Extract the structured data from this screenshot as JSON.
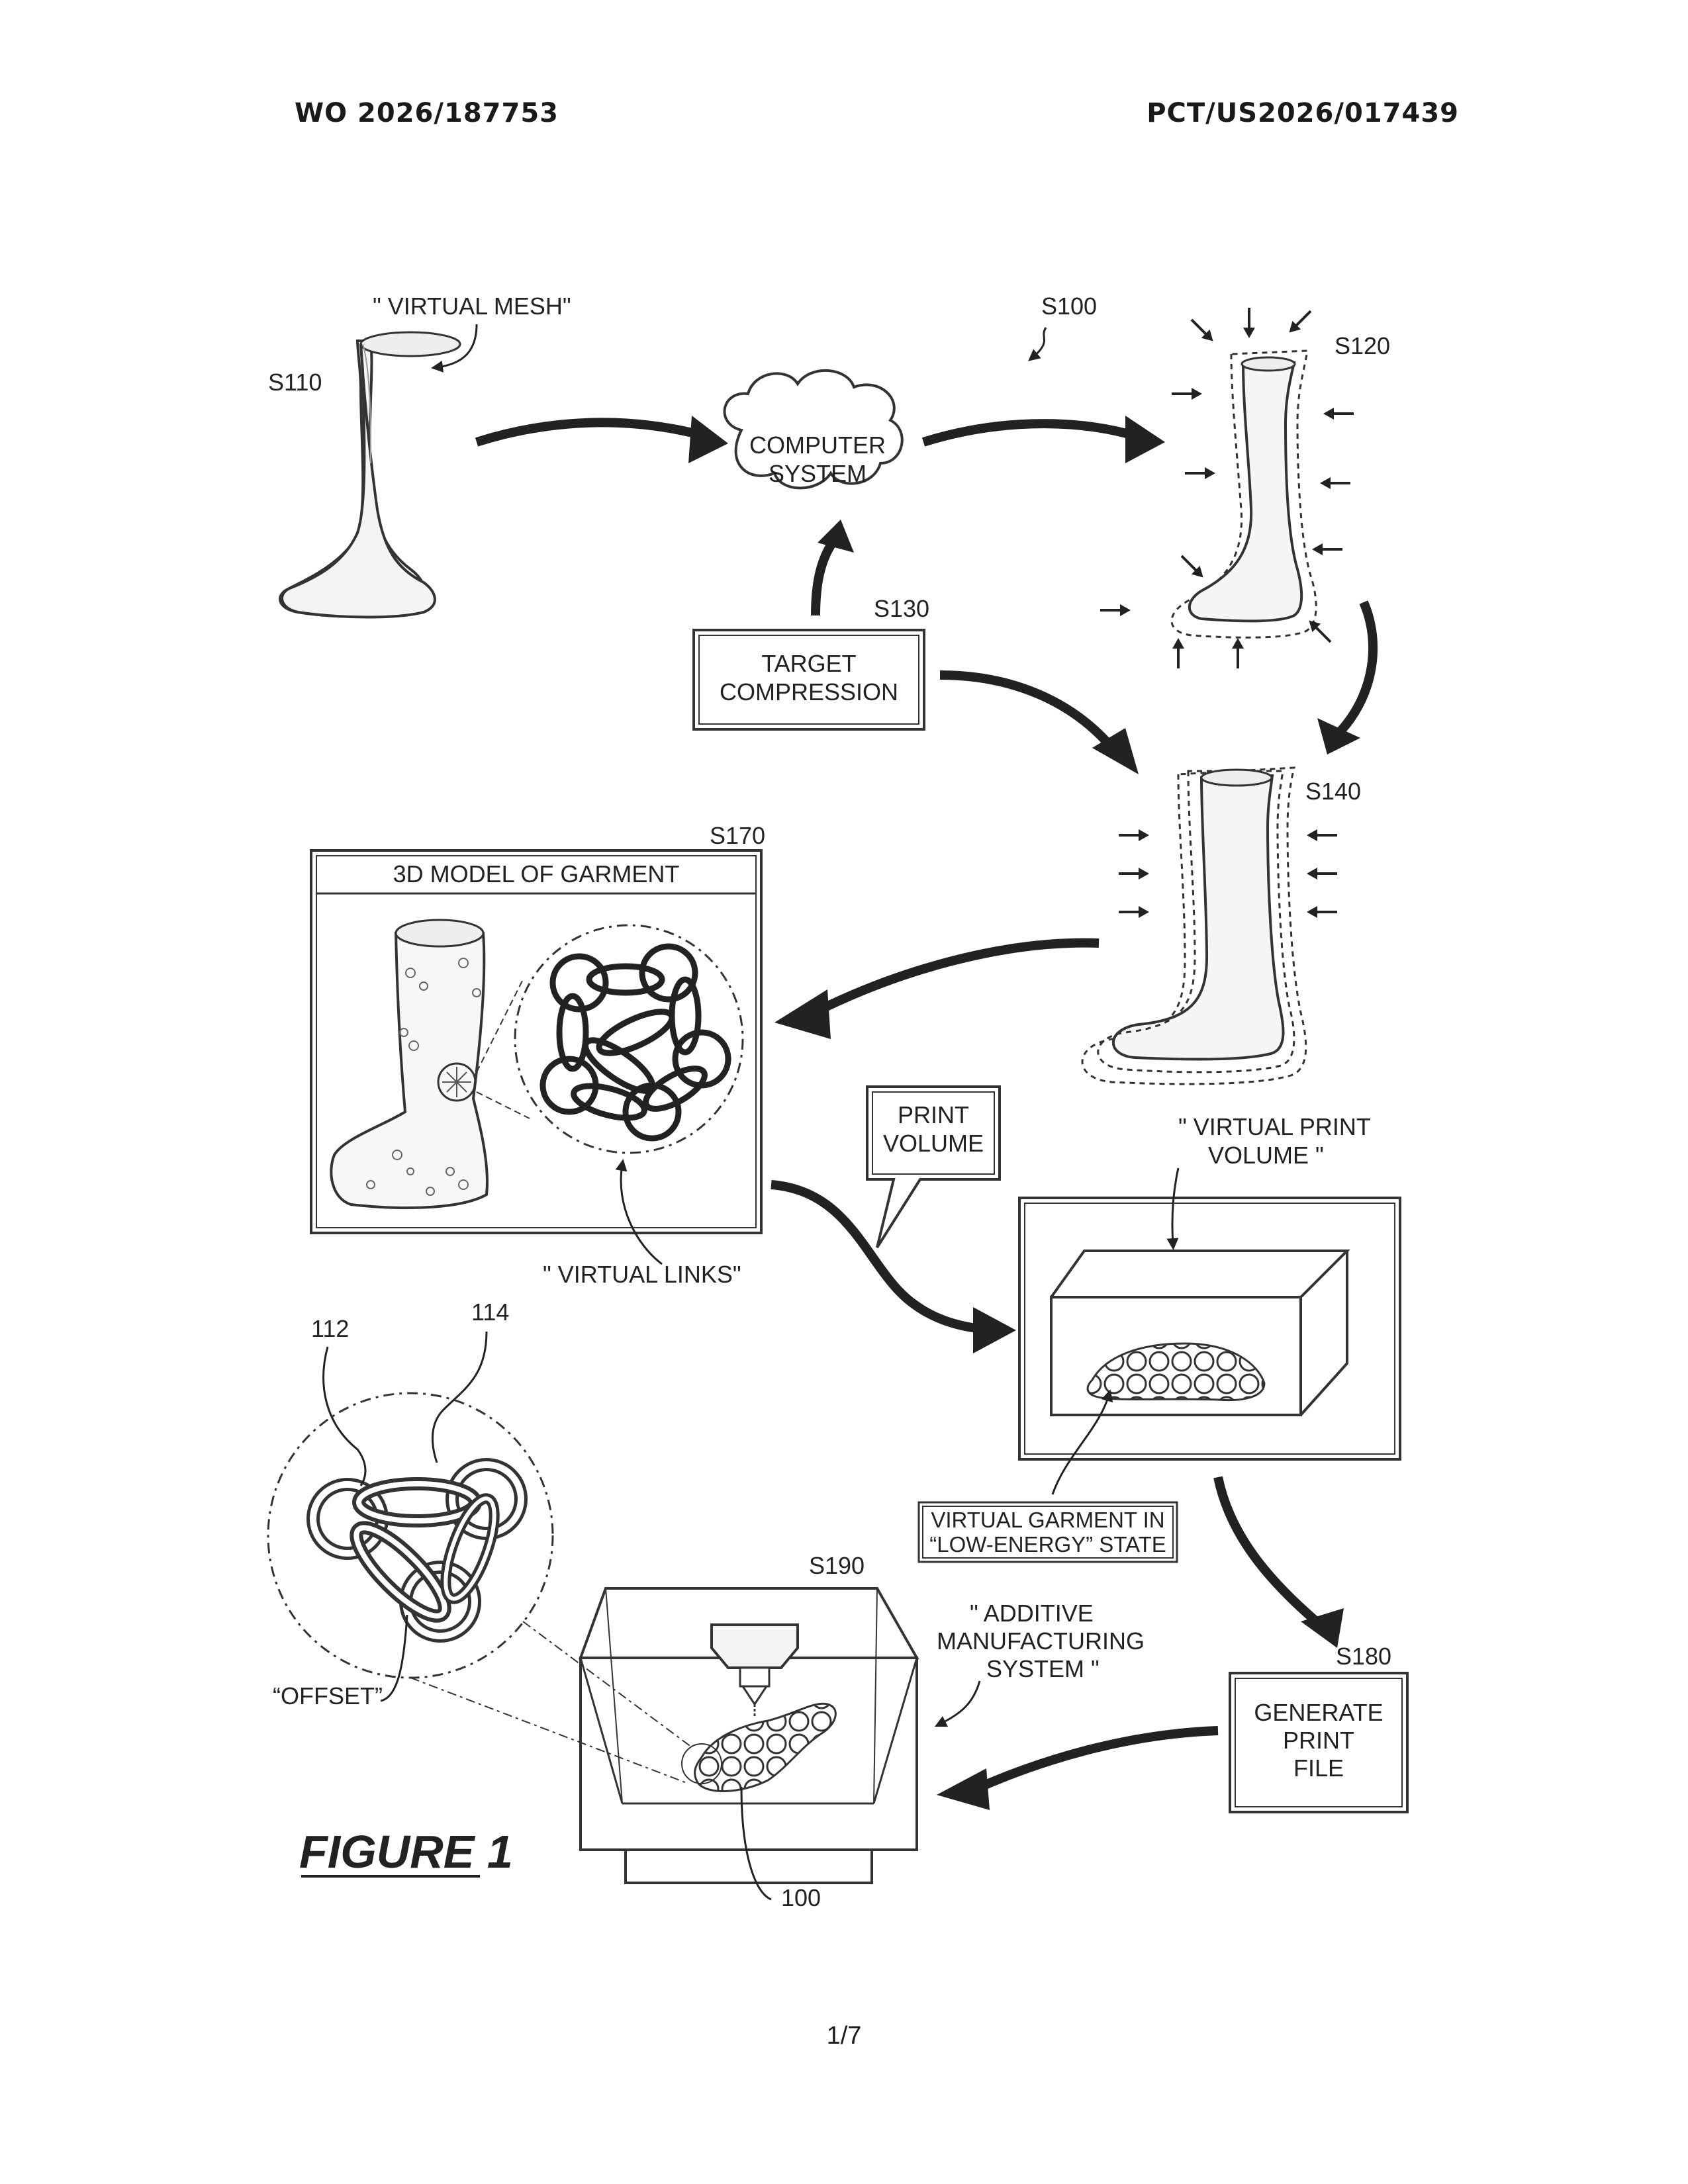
{
  "header": {
    "left": "WO 2026/187753",
    "right": "PCT/US2026/017439"
  },
  "figure": {
    "title": "FIGURE 1",
    "method_ref": "S100",
    "steps": {
      "s110": {
        "ref": "S110",
        "callout": "\" VIRTUAL MESH\""
      },
      "computer": {
        "line1": "COMPUTER",
        "line2": "SYSTEM"
      },
      "s120": {
        "ref": "S120"
      },
      "s130": {
        "ref": "S130",
        "line1": "TARGET",
        "line2": "COMPRESSION"
      },
      "s140": {
        "ref": "S140"
      },
      "s170": {
        "ref": "S170",
        "title": "3D MODEL OF GARMENT",
        "callout": "\" VIRTUAL  LINKS\""
      },
      "print_volume": {
        "line1": "PRINT",
        "line2": "VOLUME"
      },
      "virtual_print_volume": {
        "line1": "\" VIRTUAL PRINT",
        "line2": "VOLUME \""
      },
      "low_energy": {
        "line1": "VIRTUAL GARMENT IN",
        "line2": "“LOW-ENERGY” STATE"
      },
      "s180": {
        "ref": "S180",
        "line1": "GENERATE",
        "line2": "PRINT",
        "line3": "FILE"
      },
      "s190": {
        "ref": "S190"
      },
      "additive": {
        "line1": "\" ADDITIVE",
        "line2": "MANUFACTURING",
        "line3": "SYSTEM \""
      },
      "links": {
        "ref_a": "112",
        "ref_b": "114",
        "offset": "“OFFSET”"
      },
      "garment_ref": "100"
    }
  },
  "page_number": "1/7"
}
